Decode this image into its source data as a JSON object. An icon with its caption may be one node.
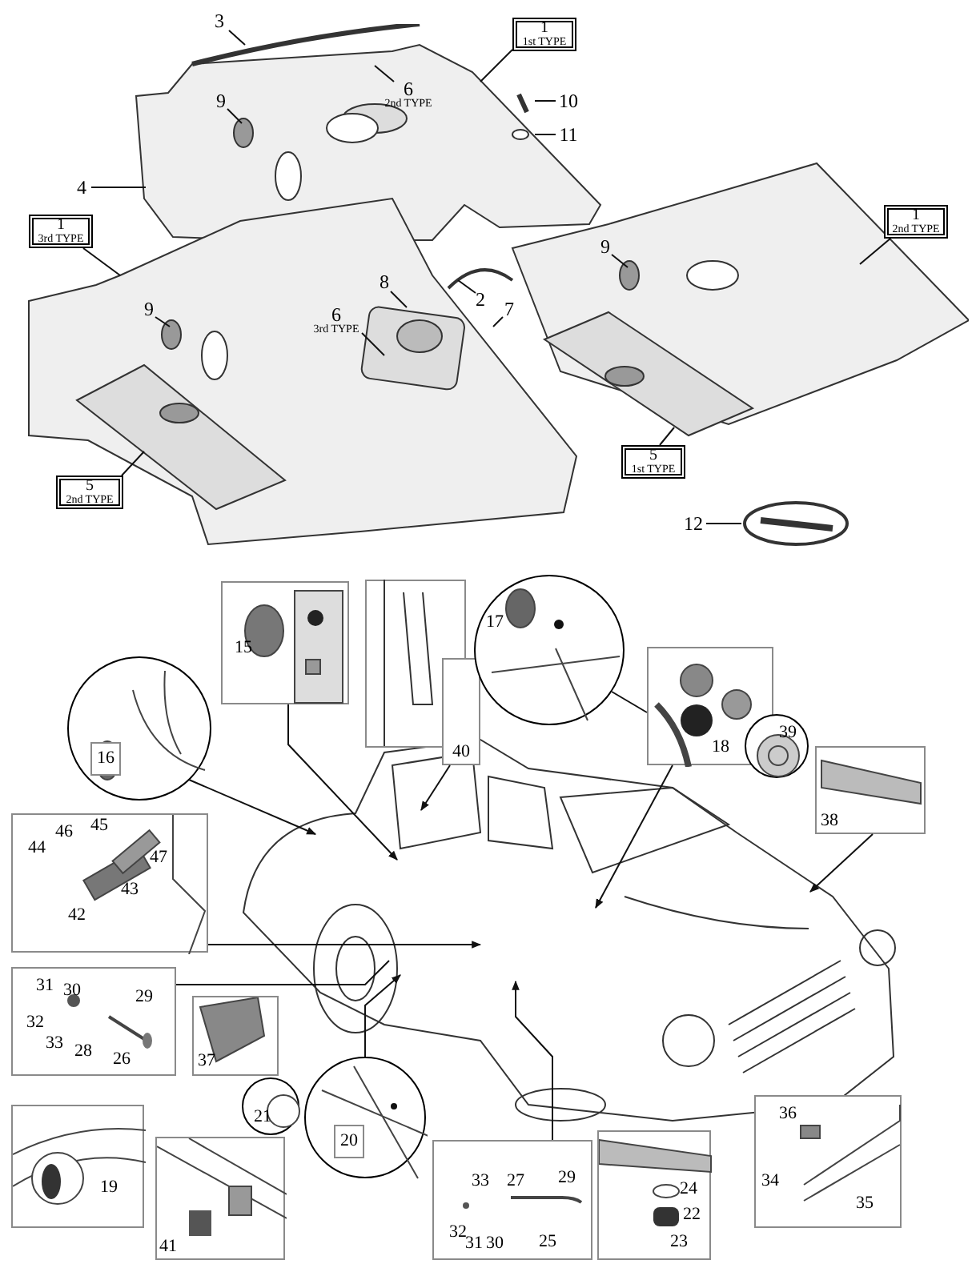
{
  "diagram": {
    "nodes": [
      {
        "text": [
          "1",
          "1st TYPE"
        ]
      },
      {
        "text": [
          "3"
        ]
      },
      {
        "text": [
          "6",
          "2nd TYPE"
        ]
      },
      {
        "text": [
          "9"
        ]
      },
      {
        "text": [
          "10"
        ]
      },
      {
        "text": [
          "11"
        ]
      },
      {
        "text": [
          "4"
        ]
      },
      {
        "text": [
          "1",
          "3rd TYPE"
        ]
      },
      {
        "text": [
          "9"
        ]
      },
      {
        "text": [
          "8"
        ]
      },
      {
        "text": [
          "2"
        ]
      },
      {
        "text": [
          "7"
        ]
      },
      {
        "text": [
          "6",
          "3rd TYPE"
        ]
      },
      {
        "text": [
          "9"
        ]
      },
      {
        "text": [
          "1",
          "2nd TYPE"
        ]
      },
      {
        "text": [
          "5",
          "2nd TYPE"
        ]
      },
      {
        "text": [
          "5",
          "1st TYPE"
        ]
      },
      {
        "text": [
          "12"
        ]
      },
      {
        "text": [
          "15"
        ]
      },
      {
        "text": [
          "16"
        ]
      },
      {
        "text": [
          "40"
        ]
      },
      {
        "text": [
          "17"
        ]
      },
      {
        "text": [
          "18"
        ]
      },
      {
        "text": [
          "39"
        ]
      },
      {
        "text": [
          "38"
        ]
      },
      {
        "text": [
          "44",
          "46",
          "45",
          "47",
          "43",
          "42"
        ]
      },
      {
        "text": [
          "31",
          "30",
          "29",
          "32",
          "33",
          "28",
          "26"
        ]
      },
      {
        "text": [
          "37"
        ]
      },
      {
        "text": [
          "21"
        ]
      },
      {
        "text": [
          "20"
        ]
      },
      {
        "text": [
          "19"
        ]
      },
      {
        "text": [
          "41"
        ]
      },
      {
        "text": [
          "33",
          "27",
          "29",
          "32",
          "31",
          "30",
          "25"
        ]
      },
      {
        "text": [
          "24",
          "22",
          "23"
        ]
      },
      {
        "text": [
          "36",
          "34",
          "35"
        ]
      }
    ],
    "edges": [
      {
        "from": 0,
        "to": null,
        "arrow": "none"
      },
      {
        "from": 1,
        "to": null,
        "arrow": "none"
      },
      {
        "from": 2,
        "to": null,
        "arrow": "none"
      },
      {
        "from": 3,
        "to": null,
        "arrow": "none"
      },
      {
        "from": 4,
        "to": null,
        "arrow": "none"
      },
      {
        "from": 5,
        "to": null,
        "arrow": "none"
      },
      {
        "from": 6,
        "to": null,
        "arrow": "none"
      },
      {
        "from": 7,
        "to": null,
        "arrow": "none"
      },
      {
        "from": 8,
        "to": null,
        "arrow": "none"
      },
      {
        "from": 9,
        "to": null,
        "arrow": "none"
      },
      {
        "from": 10,
        "to": null,
        "arrow": "none"
      },
      {
        "from": 11,
        "to": null,
        "arrow": "none"
      },
      {
        "from": 12,
        "to": null,
        "arrow": "none"
      },
      {
        "from": 13,
        "to": null,
        "arrow": "none"
      },
      {
        "from": 14,
        "to": null,
        "arrow": "none"
      },
      {
        "from": 15,
        "to": null,
        "arrow": "none"
      },
      {
        "from": 16,
        "to": null,
        "arrow": "none"
      },
      {
        "from": 17,
        "to": null,
        "arrow": "none"
      },
      {
        "from": 18,
        "to": null,
        "arrow": "to"
      },
      {
        "from": 19,
        "to": null,
        "arrow": "to"
      },
      {
        "from": 20,
        "to": null,
        "arrow": "to"
      },
      {
        "from": 21,
        "to": 22,
        "arrow": "none"
      },
      {
        "from": 22,
        "to": null,
        "arrow": "to"
      },
      {
        "from": 24,
        "to": null,
        "arrow": "to"
      },
      {
        "from": 25,
        "to": null,
        "arrow": "to"
      },
      {
        "from": 26,
        "to": null,
        "arrow": "none"
      },
      {
        "from": 29,
        "to": null,
        "arrow": "to"
      },
      {
        "from": 32,
        "to": null,
        "arrow": "to"
      }
    ]
  }
}
